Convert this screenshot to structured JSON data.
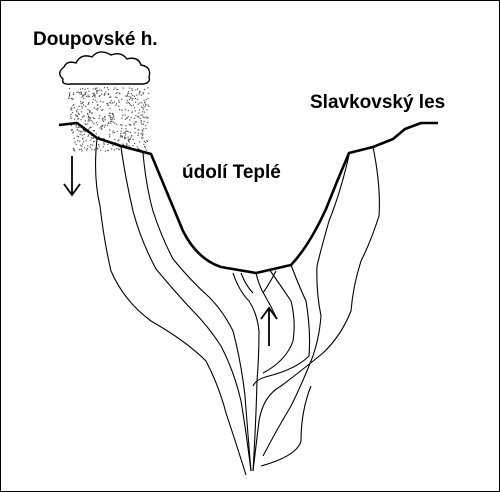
{
  "labels": {
    "mountain_left": "Doupovské h.",
    "mountain_right": "Slavkovský les",
    "valley": "údolí Teplé"
  },
  "icons": {
    "cloud": "cloud-icon",
    "rain": "rain-icon",
    "arrow_down": "arrow-down-icon",
    "arrow_up": "arrow-up-icon"
  },
  "colors": {
    "line": "#000000",
    "background": "#ffffff",
    "rain_dots": "#555555"
  }
}
